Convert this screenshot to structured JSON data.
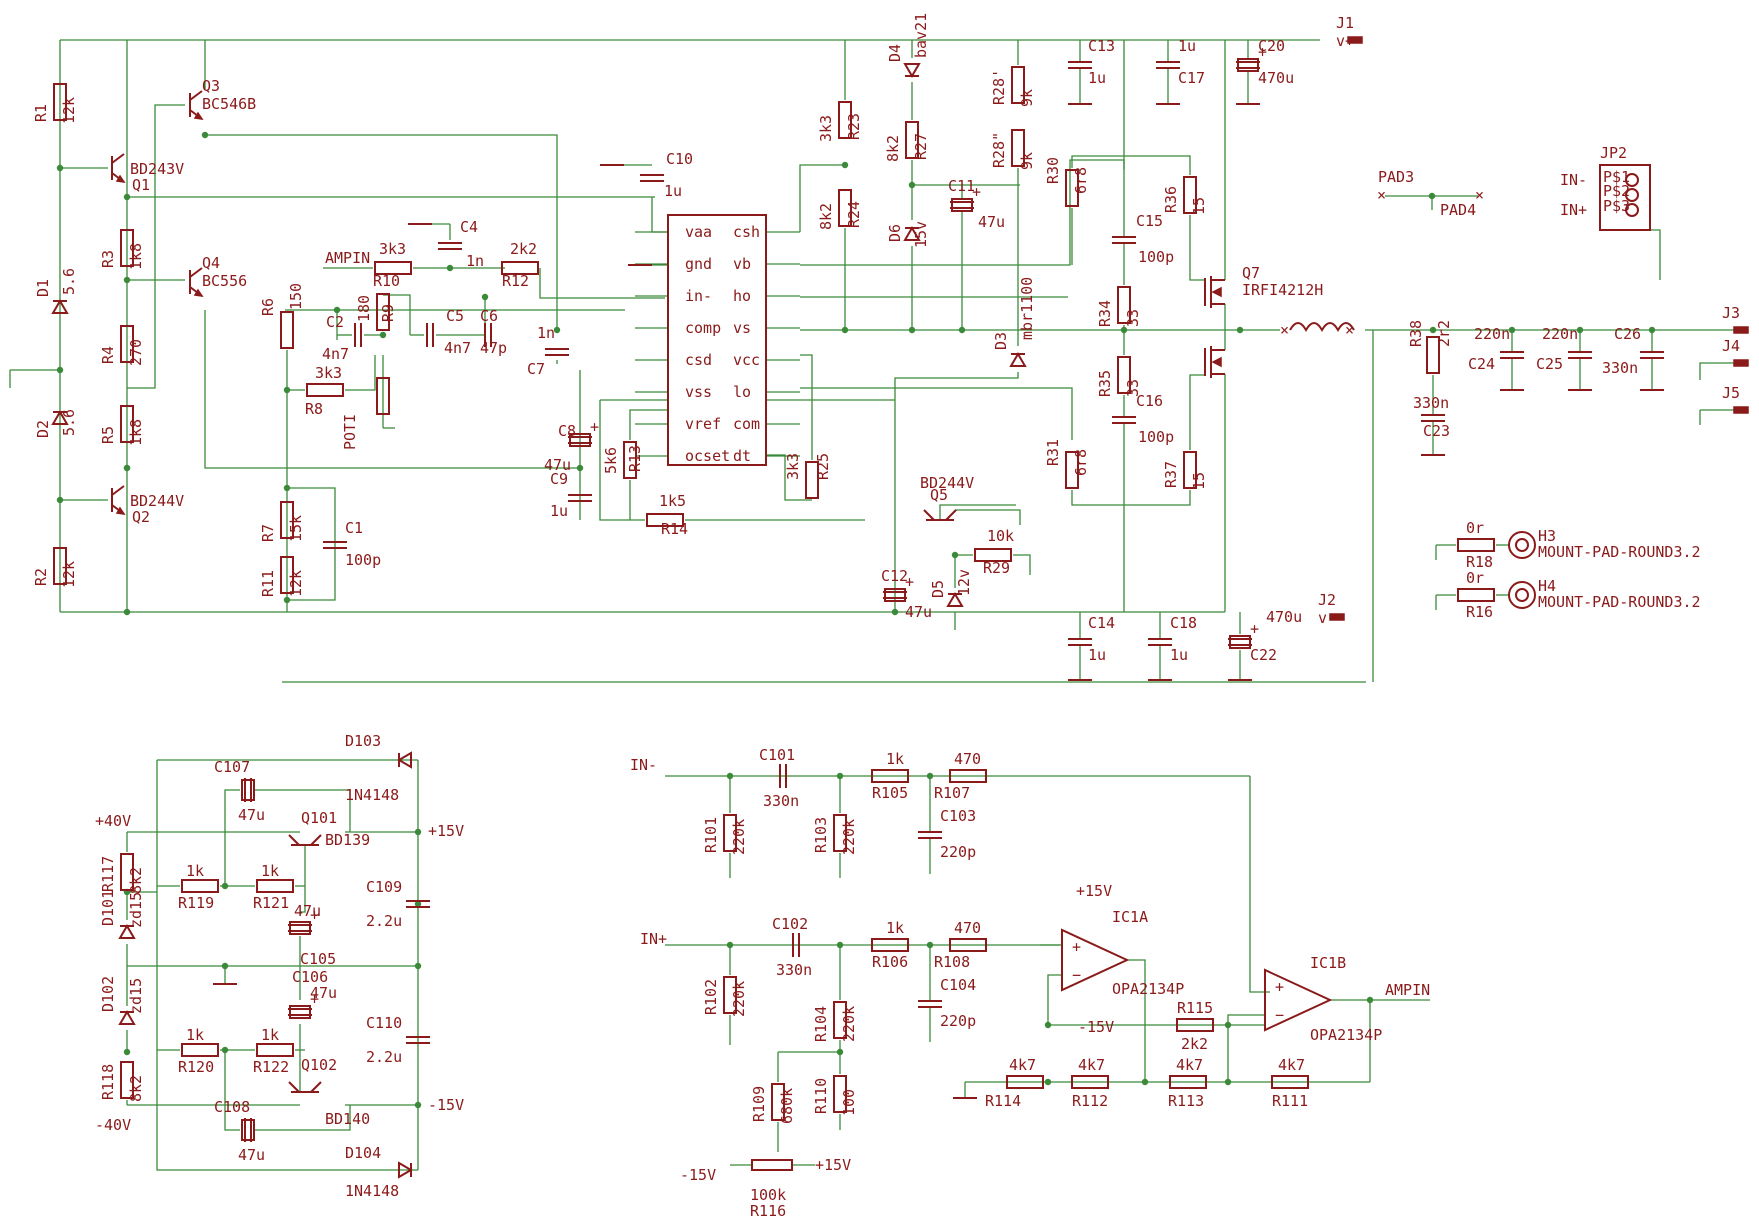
{
  "schematic": {
    "resistors": [
      {
        "ref": "R1",
        "val": "12k"
      },
      {
        "ref": "R2",
        "val": "12k"
      },
      {
        "ref": "R3",
        "val": "1k8"
      },
      {
        "ref": "R4",
        "val": "270"
      },
      {
        "ref": "R5",
        "val": "1k8"
      },
      {
        "ref": "R6",
        "val": "150"
      },
      {
        "ref": "R7",
        "val": "15k"
      },
      {
        "ref": "R8",
        "val": "3k3"
      },
      {
        "ref": "R9",
        "val": "180"
      },
      {
        "ref": "R10",
        "val": "3k3"
      },
      {
        "ref": "R11",
        "val": "12k"
      },
      {
        "ref": "R12",
        "val": "2k2"
      },
      {
        "ref": "R13",
        "val": "5k6"
      },
      {
        "ref": "R14",
        "val": "1k5"
      },
      {
        "ref": "R16",
        "val": "0r"
      },
      {
        "ref": "R18",
        "val": "0r"
      },
      {
        "ref": "R23",
        "val": "3k3"
      },
      {
        "ref": "R24",
        "val": "8k2"
      },
      {
        "ref": "R25",
        "val": "3k3"
      },
      {
        "ref": "R27",
        "val": "8k2"
      },
      {
        "ref": "R28'",
        "val": "9k"
      },
      {
        "ref": "R28\"",
        "val": "9k"
      },
      {
        "ref": "R29",
        "val": "10k"
      },
      {
        "ref": "R30",
        "val": "6r8"
      },
      {
        "ref": "R31",
        "val": "6r8"
      },
      {
        "ref": "R34",
        "val": "33"
      },
      {
        "ref": "R35",
        "val": "33"
      },
      {
        "ref": "R36",
        "val": "15"
      },
      {
        "ref": "R37",
        "val": "15"
      },
      {
        "ref": "R38",
        "val": "2r2"
      },
      {
        "ref": "R101",
        "val": "220k"
      },
      {
        "ref": "R102",
        "val": "220k"
      },
      {
        "ref": "R103",
        "val": "220k"
      },
      {
        "ref": "R104",
        "val": "220k"
      },
      {
        "ref": "R105",
        "val": "1k"
      },
      {
        "ref": "R106",
        "val": "1k"
      },
      {
        "ref": "R107",
        "val": "470"
      },
      {
        "ref": "R108",
        "val": "470"
      },
      {
        "ref": "R109",
        "val": "680k"
      },
      {
        "ref": "R110",
        "val": "100"
      },
      {
        "ref": "R111",
        "val": "4k7"
      },
      {
        "ref": "R112",
        "val": "4k7"
      },
      {
        "ref": "R113",
        "val": "4k7"
      },
      {
        "ref": "R114",
        "val": "4k7"
      },
      {
        "ref": "R115",
        "val": "2k2"
      },
      {
        "ref": "R116",
        "val": "100k"
      },
      {
        "ref": "R117",
        "val": "8k2"
      },
      {
        "ref": "R118",
        "val": "8k2"
      },
      {
        "ref": "R119",
        "val": "1k"
      },
      {
        "ref": "R120",
        "val": "1k"
      },
      {
        "ref": "R121",
        "val": "1k"
      },
      {
        "ref": "R122",
        "val": "1k"
      }
    ],
    "capacitors": [
      {
        "ref": "C1",
        "val": "100p"
      },
      {
        "ref": "C2",
        "val": "4n7"
      },
      {
        "ref": "C4",
        "val": "1n"
      },
      {
        "ref": "C5",
        "val": "4n7"
      },
      {
        "ref": "C6",
        "val": "47p"
      },
      {
        "ref": "C7",
        "val": "1n"
      },
      {
        "ref": "C8",
        "val": "47u"
      },
      {
        "ref": "C9",
        "val": "1u"
      },
      {
        "ref": "C10",
        "val": "1u"
      },
      {
        "ref": "C11",
        "val": "47u"
      },
      {
        "ref": "C12",
        "val": "47u"
      },
      {
        "ref": "C13",
        "val": "1u"
      },
      {
        "ref": "C14",
        "val": "1u"
      },
      {
        "ref": "C15",
        "val": "100p"
      },
      {
        "ref": "C16",
        "val": "100p"
      },
      {
        "ref": "C17",
        "val": "1u"
      },
      {
        "ref": "C18",
        "val": "1u"
      },
      {
        "ref": "C20",
        "val": "470u"
      },
      {
        "ref": "C22",
        "val": "470u"
      },
      {
        "ref": "C23",
        "val": "330n"
      },
      {
        "ref": "C24",
        "val": "220n"
      },
      {
        "ref": "C25",
        "val": "220n"
      },
      {
        "ref": "C26",
        "val": "330n"
      },
      {
        "ref": "C101",
        "val": "330n"
      },
      {
        "ref": "C102",
        "val": "330n"
      },
      {
        "ref": "C103",
        "val": "220p"
      },
      {
        "ref": "C104",
        "val": "220p"
      },
      {
        "ref": "C105",
        "val": "47u"
      },
      {
        "ref": "C106",
        "val": "47u"
      },
      {
        "ref": "C107",
        "val": "47u"
      },
      {
        "ref": "C108",
        "val": "47u"
      },
      {
        "ref": "C109",
        "val": "2.2u"
      },
      {
        "ref": "C110",
        "val": "2.2u"
      }
    ],
    "semis": [
      {
        "ref": "Q1",
        "val": "BD243V"
      },
      {
        "ref": "Q2",
        "val": "BD244V"
      },
      {
        "ref": "Q3",
        "val": "BC546B"
      },
      {
        "ref": "Q4",
        "val": "BC556"
      },
      {
        "ref": "Q5",
        "val": "BD244V"
      },
      {
        "ref": "Q7",
        "val": "IRFI4212H"
      },
      {
        "ref": "Q101",
        "val": "BD139"
      },
      {
        "ref": "Q102",
        "val": "BD140"
      },
      {
        "ref": "D1",
        "val": "5.6"
      },
      {
        "ref": "D2",
        "val": "5.6"
      },
      {
        "ref": "D3",
        "val": "mbr1100"
      },
      {
        "ref": "D4",
        "val": "bav21"
      },
      {
        "ref": "D5",
        "val": "12v"
      },
      {
        "ref": "D6",
        "val": "15v"
      },
      {
        "ref": "D101",
        "val": "zd15"
      },
      {
        "ref": "D102",
        "val": "zd15"
      },
      {
        "ref": "D103",
        "val": "1N4148"
      },
      {
        "ref": "D104",
        "val": "1N4148"
      },
      {
        "ref": "IC1A",
        "val": "OPA2134P"
      },
      {
        "ref": "IC1B",
        "val": "OPA2134P"
      }
    ],
    "ic_pins_left": [
      "vaa",
      "gnd",
      "in-",
      "comp",
      "csd",
      "vss",
      "vref",
      "ocset"
    ],
    "ic_pins_right": [
      "csh",
      "vb",
      "ho",
      "vs",
      "vcc",
      "lo",
      "com",
      "dt"
    ],
    "connectors": {
      "J1": "v+",
      "J2": "v-",
      "J3": "J3",
      "J4": "J4",
      "J5": "J5",
      "JP2": "JP2",
      "jp2_pins": [
        "IN-",
        "IN+",
        "P$1",
        "P$2",
        "P$3"
      ],
      "H3": "H3",
      "H4": "H4",
      "mount": "MOUNT-PAD-ROUND3.2",
      "PAD3": "PAD3",
      "PAD4": "PAD4"
    },
    "nets": {
      "ampin": "AMPIN",
      "in_minus": "IN-",
      "in_plus": "IN+",
      "p15": "+15V",
      "m15": "-15V",
      "p40": "+40V",
      "m40": "-40V",
      "poti": "POTI"
    }
  }
}
